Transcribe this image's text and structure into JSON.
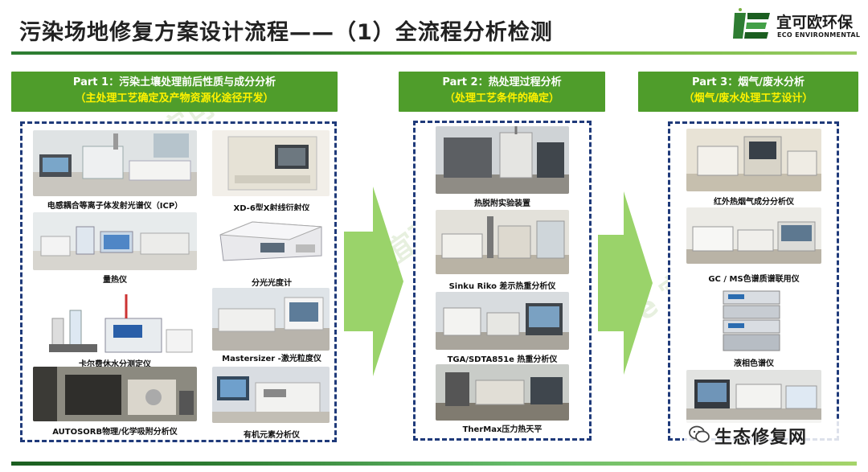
{
  "title": "污染场地修复方案设计流程——（1）全流程分析检测",
  "logo": {
    "cn": "宜可欧环保",
    "en": "ECO ENVIRONMENTAL"
  },
  "colors": {
    "green": "#4f9d2b",
    "yellow": "#fff200",
    "navy": "#1f3a7a",
    "arrow": "#9ad36a"
  },
  "parts": [
    {
      "line1": "Part 1：污染土壤处理前后性质与成分分析",
      "line2": "（主处理工艺确定及产物资源化途径开发）",
      "items": [
        "电感耦合等离子体发射光谱仪（ICP）",
        "XD-6型X射线衍射仪",
        "量热仪",
        "分光光度计",
        "卡尔费休水分测定仪",
        "Mastersizer -激光粒度仪",
        "AUTOSORB物理/化学吸附分析仪",
        "有机元素分析仪"
      ]
    },
    {
      "line1": "Part 2：热处理过程分析",
      "line2": "（处理工艺条件的确定）",
      "items": [
        "热脱附实验装置",
        "Sinku Riko 差示热重分析仪",
        "TGA/SDTA851e 热重分析仪",
        "TherMax压力热天平"
      ]
    },
    {
      "line1": "Part 3：烟气/废水分析",
      "line2": "（烟气/废水处理工艺设计）",
      "items": [
        "红外热烟气成分分析仪",
        "GC / MS色谱质谱联用仪",
        "液相色谱仪"
      ]
    }
  ],
  "watermark": "生态修复网"
}
